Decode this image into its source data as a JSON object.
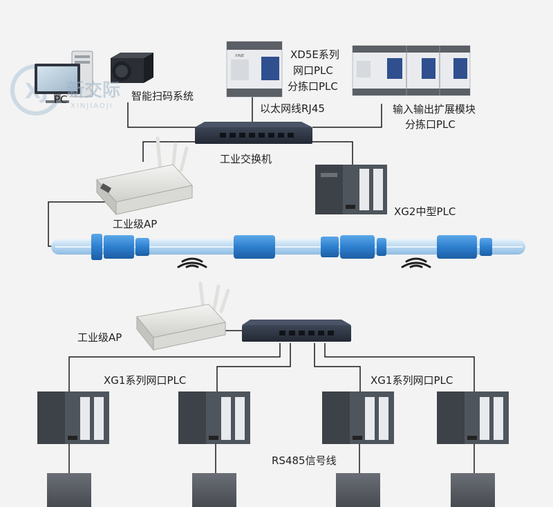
{
  "watermark": {
    "logo_text": "新交际",
    "sub_text": "XINJIAOJI"
  },
  "labels": {
    "pc": "PC",
    "vision": "智能扫码系统",
    "xd5e_1": "XD5E系列",
    "xd5e_2": "网口PLC",
    "xd5e_3": "分拣口PLC",
    "rj45": "以太网线RJ45",
    "io_1": "输入输出扩展模块",
    "io_2": "分拣口PLC",
    "switch_top": "工业交换机",
    "xg2": "XG2中型PLC",
    "ap_top": "工业级AP",
    "ap_bottom": "工业级AP",
    "xg1_left": "XG1系列网口PLC",
    "xg1_right": "XG1系列网口PLC",
    "rs485": "RS485信号线"
  },
  "colors": {
    "line": "#1a1a1a",
    "switch": "#2c3442",
    "plc_body": "#4f555c",
    "plc_dark": "#3d4248",
    "plc_white": "#e8eaed",
    "module_blue": "#2f4f8f",
    "rail": "#5b5e66",
    "tube": "#bcd9f0",
    "tube_edge": "#8fbde2",
    "connector": "#2e7fcf",
    "connector_dark": "#1c5ea3",
    "ap_body": "#e6e6e3",
    "wifi": "#222"
  }
}
